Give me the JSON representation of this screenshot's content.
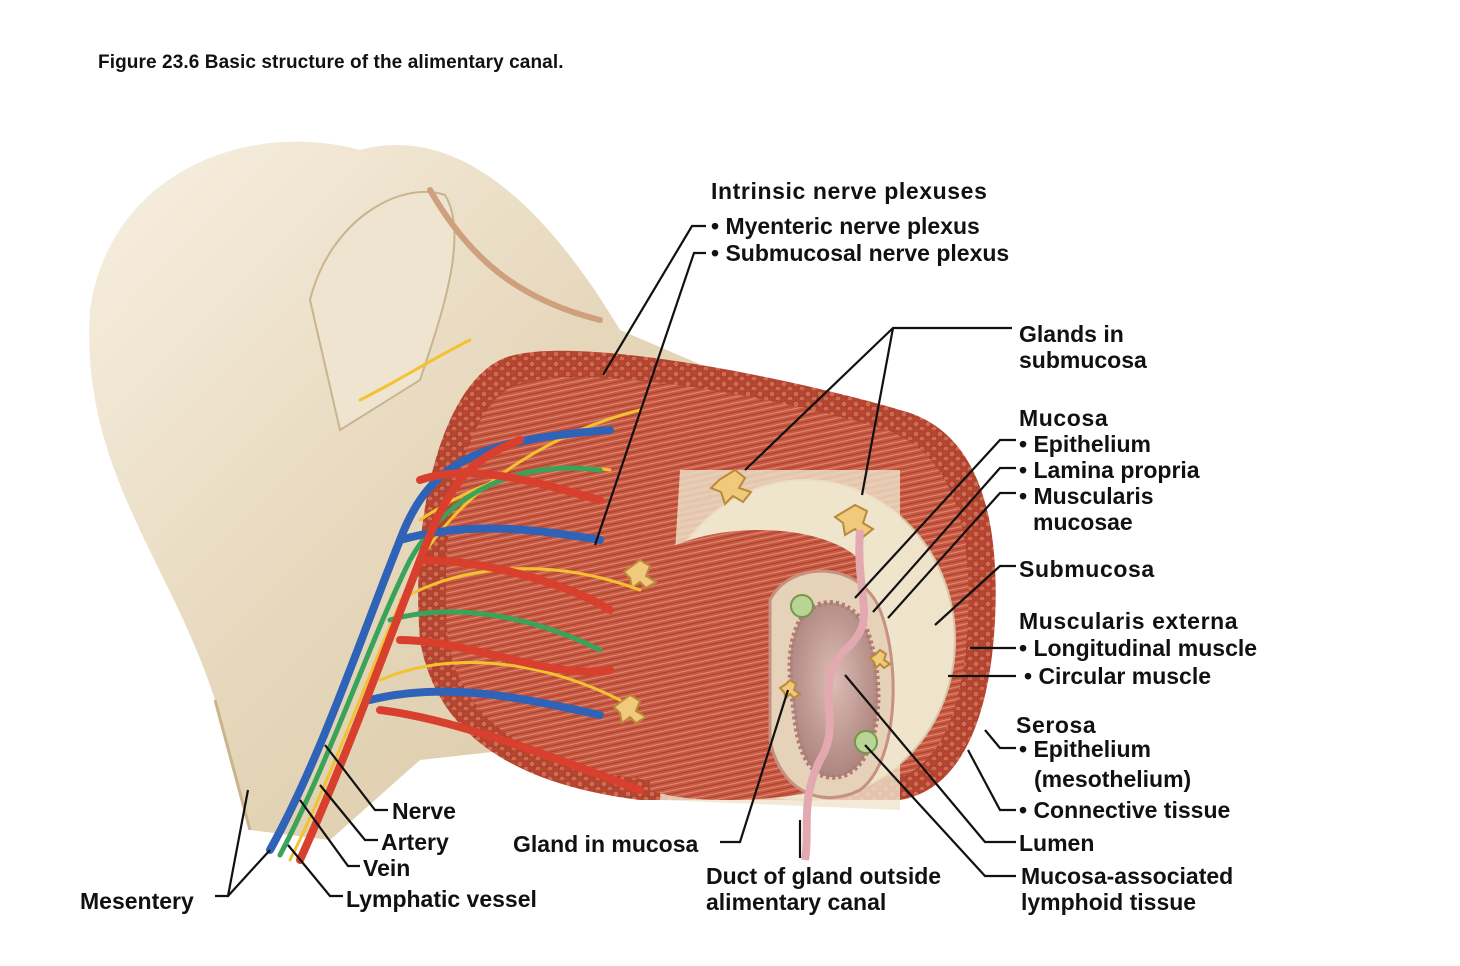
{
  "caption": "Figure 23.6  Basic structure of the alimentary canal.",
  "intrinsic": {
    "title": "Intrinsic nerve plexuses",
    "myenteric": "• Myenteric nerve plexus",
    "submucosal": "• Submucosal nerve plexus"
  },
  "glands_submucosa": {
    "line1": "Glands in",
    "line2": "submucosa"
  },
  "mucosa": {
    "title": "Mucosa",
    "epithelium": "• Epithelium",
    "lamina": "• Lamina propria",
    "muscularis": "• Muscularis",
    "muscularis2": "mucosae"
  },
  "submucosa": "Submucosa",
  "muscularis_externa": {
    "title": "Muscularis externa",
    "longitudinal": "• Longitudinal muscle",
    "circular": "• Circular muscle"
  },
  "serosa": {
    "title": "Serosa",
    "epithelium": "• Epithelium",
    "meso": "(mesothelium)",
    "connective": "• Connective tissue"
  },
  "lumen": "Lumen",
  "malt": {
    "line1": "Mucosa-associated",
    "line2": "lymphoid tissue"
  },
  "duct": {
    "line1": "Duct of gland outside",
    "line2": "alimentary canal"
  },
  "gland_mucosa": "Gland in mucosa",
  "nerve": "Nerve",
  "artery": "Artery",
  "vein": "Vein",
  "lymphatic": "Lymphatic vessel",
  "mesentery": "Mesentery",
  "colors": {
    "muscle": "#c9553f",
    "muscle_dark": "#a63a2a",
    "mesentery": "#e8dcc4",
    "artery": "#d8402d",
    "vein": "#2f63b8",
    "lymph": "#3aa35a",
    "nerve": "#f2c230",
    "lumen": "#c9a59c",
    "submucosa": "#efe3cc"
  }
}
